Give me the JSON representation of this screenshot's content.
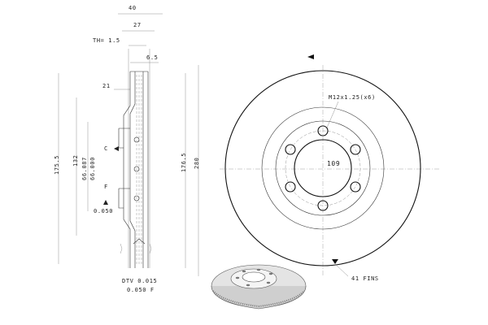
{
  "section_view": {
    "dim_40": "40",
    "dim_27": "27",
    "dim_th": "TH= 1.5",
    "dim_6_5": "6.5",
    "dim_21": "21",
    "dim_175_5": "175.5",
    "dim_132": "132",
    "dim_66_087": "66.087",
    "dim_66_000": "66.000",
    "label_c": "C",
    "label_f": "F",
    "tol_0_050": "0.050",
    "dtv": "DTV 0.015",
    "tol_0_050_f": "0.050 F",
    "dim_176_5": "176.5",
    "dim_280": "280"
  },
  "front_view": {
    "thread_note": "M12x1.25(x6)",
    "pcd": "109",
    "fins_note": "41 FINS"
  },
  "colors": {
    "line": "#333333",
    "text": "#222222",
    "background": "#ffffff"
  }
}
